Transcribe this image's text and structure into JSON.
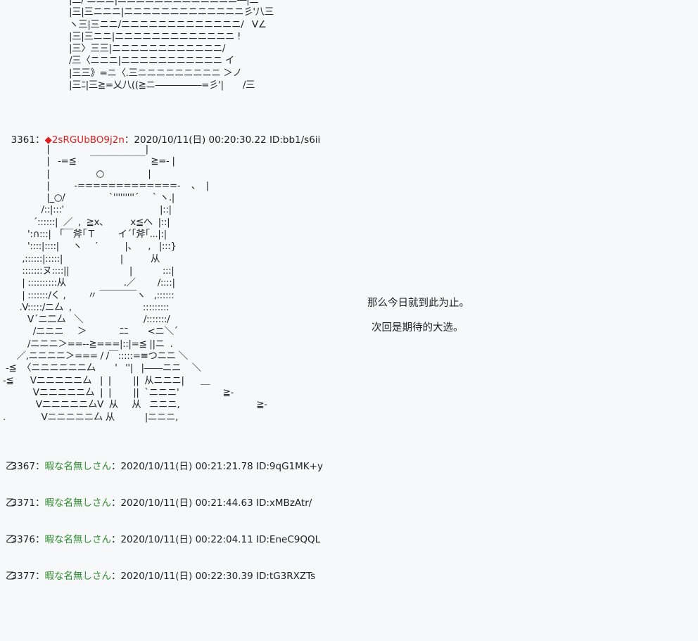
{
  "aa_top": [
    "|三/ ニニニ|ニニニニニニニニニニニニニ―|三",
    "|三|三ニニニ|ニニニニニニニニニニニニニ彡'八三",
    "ヽ三|三ニニ/ニニニニニニニニニニニニニ/   V∠",
    "|三|三ニニ|ニニニニニニニニニニニニニ !",
    "|三〉三三|ニニニニニニニニニニニニ/",
    "/三〈ニニニ|ニニニニニニニニニニニ イ",
    "|三三》=ニ〈.三ニニニニニニニニニ ＞ノ",
    "|三ﾆ|三≧=乂八((≧ニ―――――=彡'|       /三"
  ],
  "post_3361": {
    "number": "3361",
    "sep": "：",
    "diamond": "◆",
    "trip": "2sRGUbBO9j2n",
    "date": "：2020/10/11(日) 00:20:30.22",
    "id": "ID:bb1/s6ii"
  },
  "aa_main": [
    "                |                                   |",
    "                |   -=≦     ￣￣￣￣￣￣  ≧=- |",
    "                |                 ○                |",
    "                |         -=============-    、  |",
    "                |_○/                `'''''''''´     ` ヽ.|",
    "              /::|:::'                                   |::|",
    "           ´::::::|  ／  ,  ≧x、        x≦へ  |::|",
    "         ':∩:::|   ｢￣斧｢Ｔ        イ´｢斧｢...|:|",
    "         '::::|::::|     ヽ     ′          |、    ,   |:::}",
    "       ,::::::|:::::|                     |          从",
    "       :::::::ヌ::::||                      |           :::|",
    "       | ::::::::::从                     .／        /::::|",
    "       | :::::::/く ,        〃 ￣￣￣￣ヽ   ,::::::",
    "      .V:::::/ニ厶  ,                          :::::::::",
    "         V´ニ二厶   ＼                      /:::::::/",
    "           /ニニニ     ＞            ﾆﾆ       <ニ＼´",
    "         /ニニニ＞==--≧===|::|=≦ ||ニ  .",
    "     ／,ニニニニ＞=== / /￣:::::=≡つニニ ＼",
    " -≦  〈ニニニニニニ厶       '   ''|   |――ニニ    ＼",
    "-≦      Vニニニニニ厶   |  |        ||  从ニニニ|      ＿",
    "           Vニニニニニ厶  |  |        ||  `ニニニ'                ≧-",
    "            Vニニニニニ厶V  从     从   ニニニ,                            ≧-",
    ".             Vニニニニニ厶 从           |ニニニ,"
  ],
  "side_text": {
    "line1": "那么今日就到此为止。",
    "line2": "次回是期待的大选。"
  },
  "posts": [
    {
      "number": "3367",
      "sep": "：",
      "name": "暇な名無しさん",
      "date": "：2020/10/11(日) 00:21:21.78",
      "id": "ID:9qG1MK+y",
      "body": "乙"
    },
    {
      "number": "3371",
      "sep": "：",
      "name": "暇な名無しさん",
      "date": "：2020/10/11(日) 00:21:44.63",
      "id": "ID:xMBzAtr/",
      "body": "乙"
    },
    {
      "number": "3376",
      "sep": "：",
      "name": "暇な名無しさん",
      "date": "：2020/10/11(日) 00:22:04.11",
      "id": "ID:EneC9QQL",
      "body": "乙"
    },
    {
      "number": "3377",
      "sep": "：",
      "name": "暇な名無しさん",
      "date": "：2020/10/11(日) 00:22:30.39",
      "id": "ID:tG3RXZTs",
      "body": "乙"
    }
  ],
  "colors": {
    "trip": "#e02020",
    "anon_name": "#2e8b2e",
    "background": "#f7f8f9"
  }
}
